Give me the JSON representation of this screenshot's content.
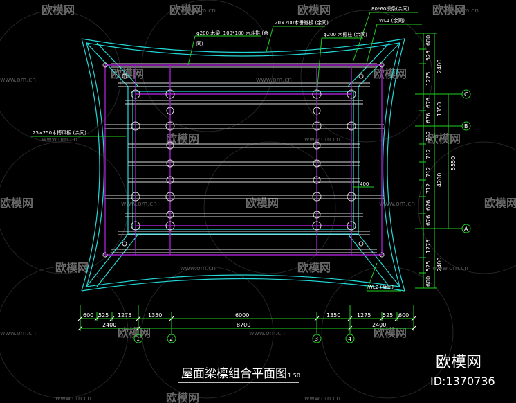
{
  "title": "屋面梁檩组合平面图",
  "scale": "1:50",
  "brand": {
    "name": "欧模网",
    "id": "ID:1370736"
  },
  "watermark": {
    "text": "欧模网",
    "url": "www.om.cn"
  },
  "annotations": {
    "a1": "80*60檩条(余同)",
    "a2": "WL1 (余同)",
    "a3": "20×200木垂脊板 (余同)",
    "a4": "φ200 木梁, 100*180 木斗拱 (余",
    "a4b": "同)",
    "a5": "φ200 木檐柱 (余同)",
    "a6": "25×250木搏风板 (余同)",
    "a7": "WL2 (余同)",
    "a8": "400"
  },
  "dims_bottom_row1": [
    "600",
    "525",
    "1275",
    "1350",
    "6000",
    "1350",
    "1275",
    "525",
    "600"
  ],
  "dims_bottom_row2": [
    "2400",
    "8700",
    "2400"
  ],
  "axis_labels_bottom": [
    "1",
    "2",
    "3",
    "4"
  ],
  "dims_right_col1": [
    "600",
    "525",
    "1275",
    "676",
    "676",
    "712",
    "712",
    "712",
    "712",
    "676",
    "676",
    "1275",
    "525",
    "600"
  ],
  "dims_right_col2": [
    "2400",
    "1350",
    "4200",
    "2400"
  ],
  "dims_right_col3": [
    "5550"
  ],
  "axis_labels_right": [
    "C",
    "B",
    "A"
  ]
}
